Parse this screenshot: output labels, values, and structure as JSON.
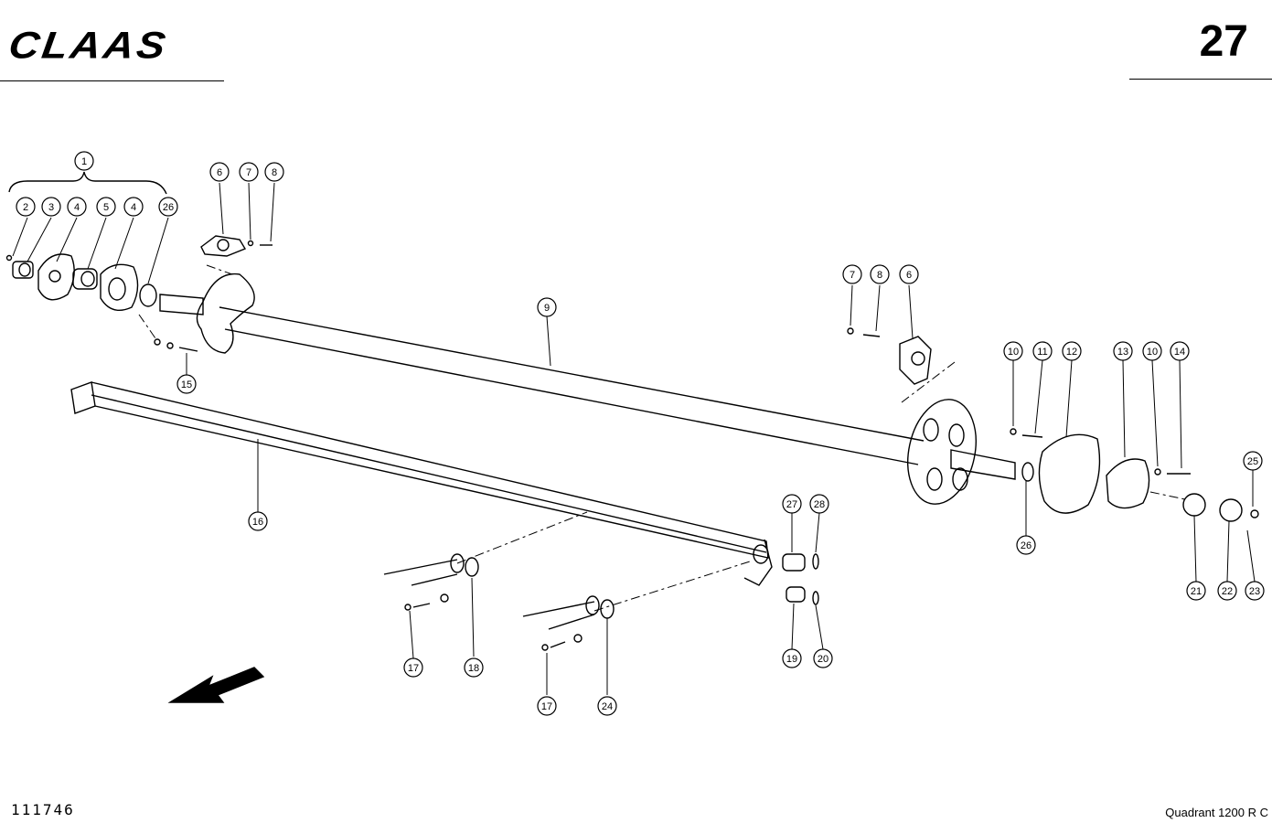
{
  "header": {
    "brand": "CLAAS",
    "page_number": "27"
  },
  "footer": {
    "drawing_number": "111746",
    "model": "Quadrant 1200 R C"
  },
  "callouts": [
    "1",
    "2",
    "3",
    "4",
    "5",
    "4",
    "26",
    "6",
    "7",
    "8",
    "15",
    "9",
    "7",
    "8",
    "6",
    "10",
    "11",
    "12",
    "13",
    "10",
    "14",
    "25",
    "16",
    "27",
    "28",
    "26",
    "21",
    "22",
    "23",
    "19",
    "20",
    "17",
    "18",
    "17",
    "24"
  ]
}
